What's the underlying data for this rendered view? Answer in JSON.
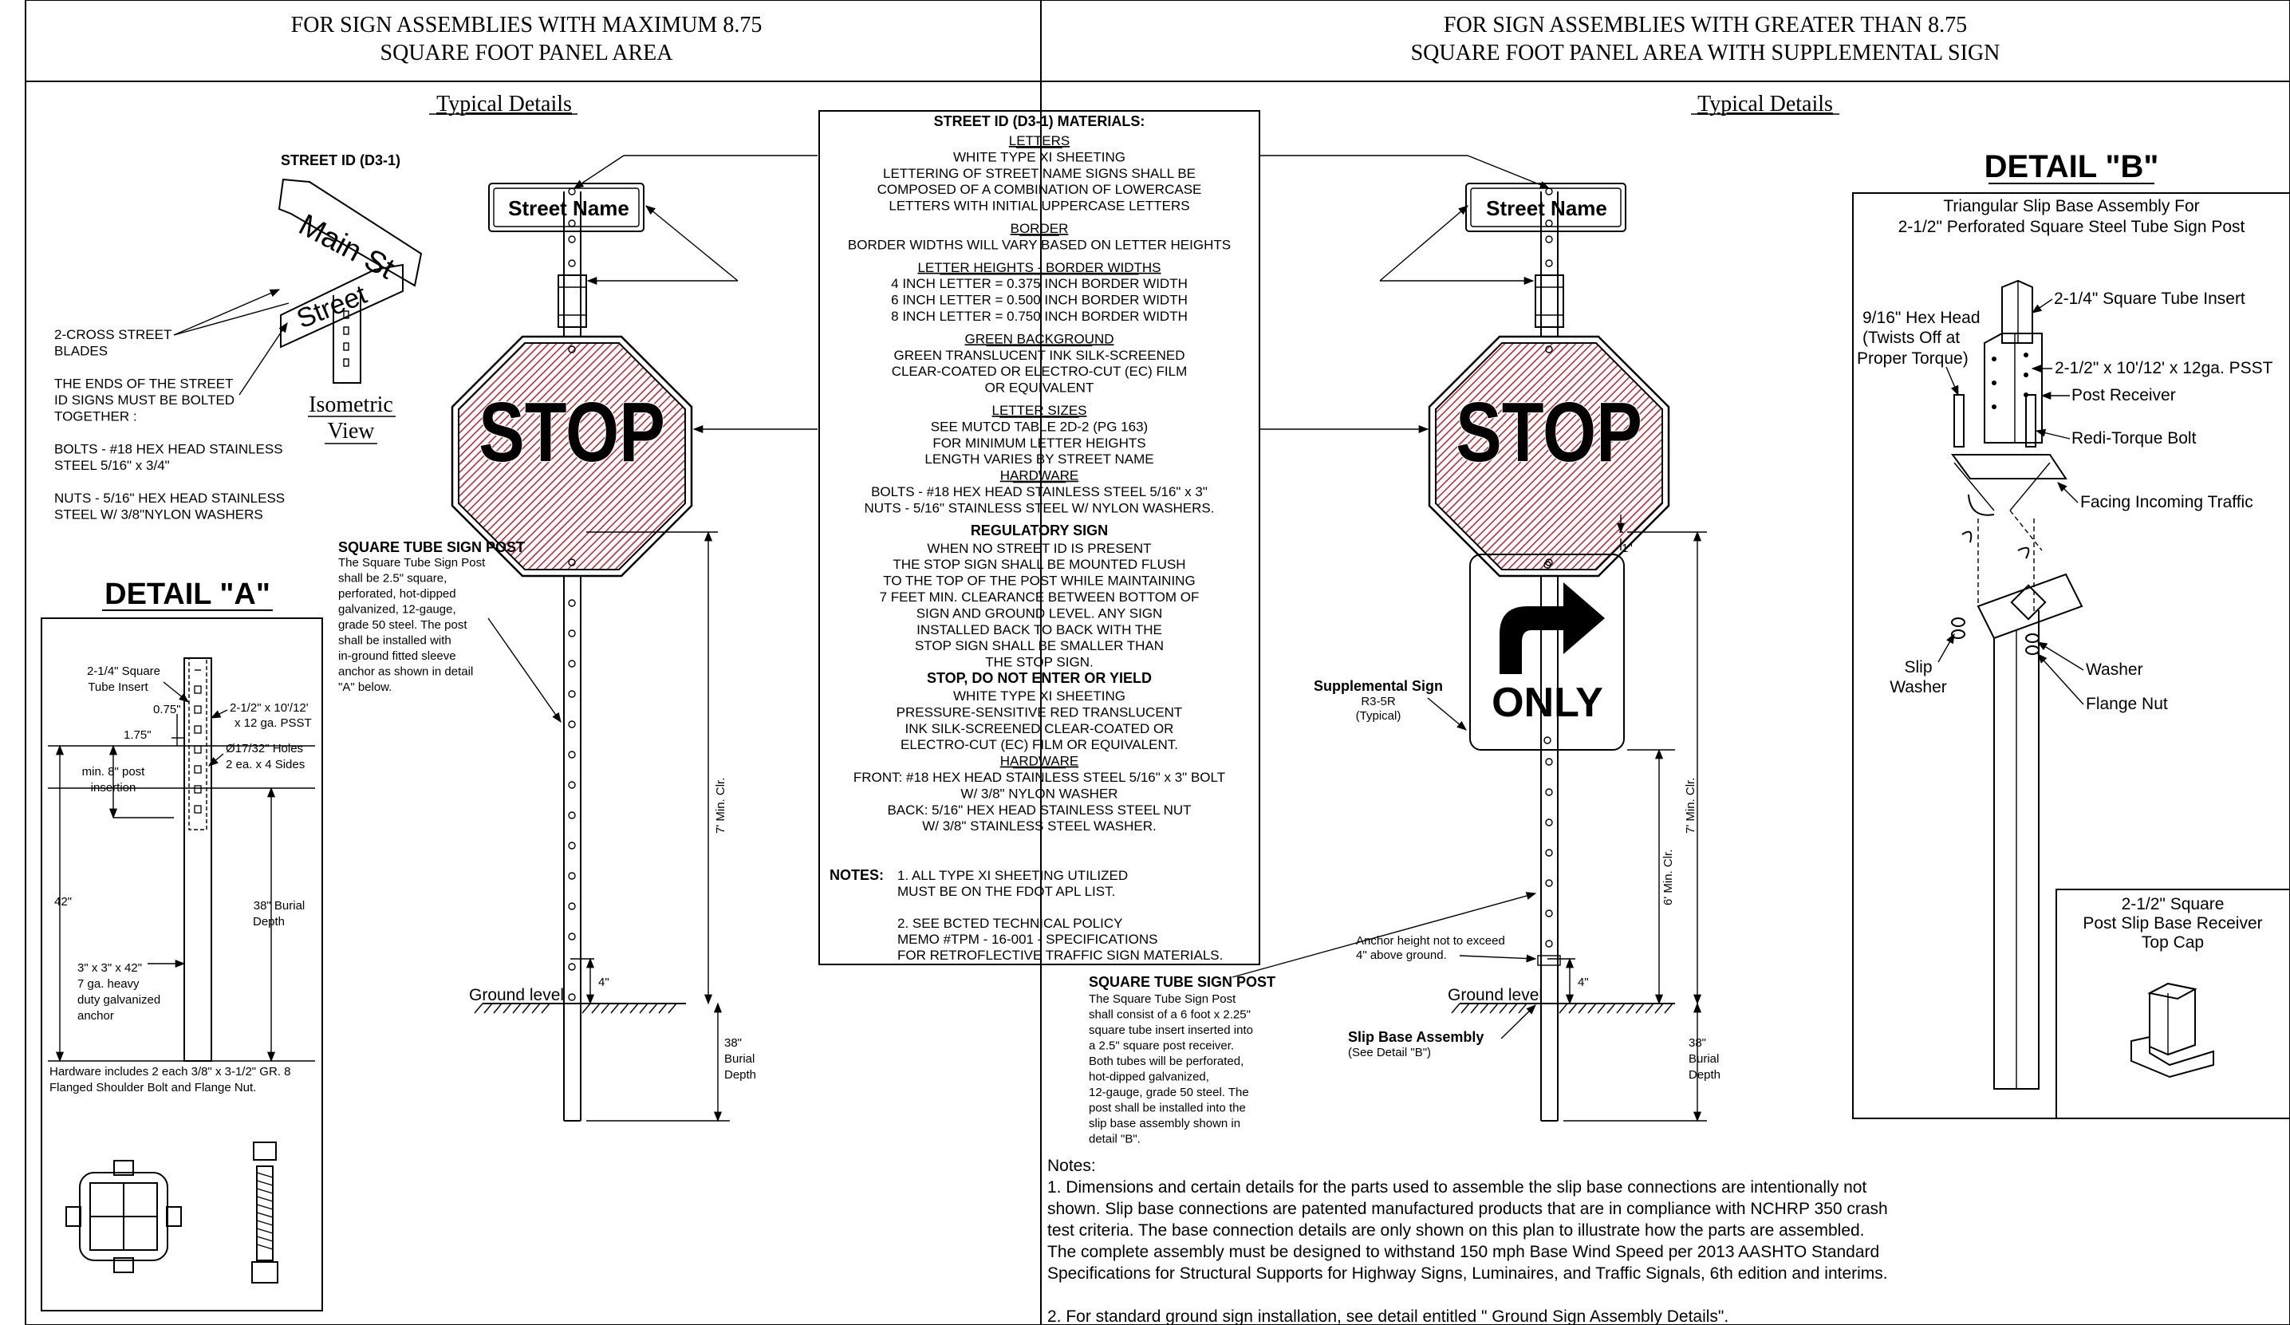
{
  "header": {
    "left_line1": "FOR SIGN ASSEMBLIES WITH MAXIMUM 8.75",
    "left_line2": "SQUARE FOOT PANEL AREA",
    "right_line1": "FOR SIGN ASSEMBLIES WITH GREATER THAN 8.75",
    "right_line2": "SQUARE FOOT PANEL AREA WITH SUPPLEMENTAL SIGN"
  },
  "typical_details": "Typical Details",
  "street_id": {
    "title": "STREET ID (D3-1)",
    "blade1": "Main St",
    "blade2": "Street",
    "isometric": [
      "Isometric",
      "View"
    ],
    "notes": [
      "2-CROSS STREET",
      "BLADES",
      "",
      "THE ENDS OF THE STREET",
      "ID SIGNS MUST BE BOLTED",
      "TOGETHER :",
      "",
      "BOLTS - #18 HEX HEAD STAINLESS",
      "STEEL 5/16\" x 3/4\"",
      "",
      "NUTS - 5/16\" HEX HEAD STAINLESS",
      "STEEL W/ 3/8\"NYLON WASHERS"
    ]
  },
  "detail_a": {
    "title": "DETAIL \"A\"",
    "labels": {
      "tube_insert": [
        "2-1/4\" Square",
        "Tube Insert"
      ],
      "dim_075": "0.75\"",
      "dim_175": "1.75\"",
      "pss": [
        "2-1/2\" x 10'/12'",
        "x 12 ga. PSST"
      ],
      "holes": [
        "Ø17/32\" Holes",
        "2 ea. x 4 Sides"
      ],
      "insertion": [
        "min. 8\" post",
        "insertion"
      ],
      "dim_42": "42\"",
      "burial": [
        "38\" Burial",
        "Depth"
      ],
      "anchor": [
        "3\" x 3\" x 42\"",
        "7 ga. heavy",
        "duty galvanized",
        "anchor"
      ],
      "hardware": [
        "Hardware includes 2 each 3/8\" x 3-1/2\" GR. 8",
        "Flanged Shoulder Bolt and Flange Nut."
      ]
    }
  },
  "left_assembly": {
    "street_name": "Street Name",
    "stop": "STOP",
    "post_title": "SQUARE TUBE SIGN POST",
    "post_text": [
      "The Square Tube Sign Post",
      "shall be 2.5\" square,",
      "perforated, hot-dipped",
      "galvanized, 12-gauge,",
      "grade 50  steel. The post",
      "shall be installed with",
      "in-ground fitted sleeve",
      "anchor as shown in detail",
      "\"A\" below."
    ],
    "min_clr": "7' Min. Clr.",
    "dim_4": "4\"",
    "ground_level": "Ground level",
    "burial": [
      "38\"",
      "Burial",
      "Depth"
    ]
  },
  "materials": {
    "title": "STREET ID (D3-1) MATERIALS:",
    "lines": [
      {
        "t": "LETTERS",
        "u": true
      },
      {
        "t": "WHITE TYPE XI SHEETING"
      },
      {
        "t": "LETTERING OF STREET NAME SIGNS SHALL BE"
      },
      {
        "t": "COMPOSED OF A COMBINATION OF LOWERCASE"
      },
      {
        "t": "LETTERS WITH INITIAL UPPERCASE LETTERS"
      },
      {
        "t": "BORDER",
        "u": true,
        "gap": true
      },
      {
        "t": "BORDER WIDTHS WILL VARY BASED ON LETTER HEIGHTS"
      },
      {
        "t": "LETTER HEIGHTS - BORDER WIDTHS",
        "u": true,
        "gap": true
      },
      {
        "t": "4 INCH LETTER = 0.375 INCH BORDER WIDTH"
      },
      {
        "t": "6 INCH LETTER = 0.500 INCH BORDER WIDTH"
      },
      {
        "t": "8 INCH LETTER = 0.750 INCH BORDER WIDTH"
      },
      {
        "t": "GREEN BACKGROUND",
        "u": true,
        "gap": true
      },
      {
        "t": "GREEN TRANSLUCENT INK SILK-SCREENED"
      },
      {
        "t": "CLEAR-COATED OR ELECTRO-CUT (EC) FILM"
      },
      {
        "t": "OR EQUIVALENT"
      },
      {
        "t": "LETTER SIZES",
        "u": true,
        "gap": true
      },
      {
        "t": "SEE MUTCD TABLE 2D-2 (PG 163)"
      },
      {
        "t": "FOR MINIMUM LETTER HEIGHTS"
      },
      {
        "t": "LENGTH VARIES BY STREET NAME"
      },
      {
        "t": "HARDWARE",
        "u": true
      },
      {
        "t": "BOLTS - #18 HEX HEAD STAINLESS STEEL 5/16\" x 3\""
      },
      {
        "t": "NUTS - 5/16\" STAINLESS STEEL W/ NYLON WASHERS."
      },
      {
        "t": "REGULATORY SIGN",
        "b": true,
        "gap": true
      },
      {
        "t": "WHEN NO STREET ID IS PRESENT"
      },
      {
        "t": "THE STOP SIGN SHALL BE MOUNTED FLUSH"
      },
      {
        "t": "TO THE TOP OF THE POST WHILE MAINTAINING"
      },
      {
        "t": "7 FEET MIN. CLEARANCE BETWEEN BOTTOM OF"
      },
      {
        "t": "SIGN AND GROUND LEVEL. ANY SIGN"
      },
      {
        "t": "INSTALLED BACK TO BACK WITH THE"
      },
      {
        "t": "STOP SIGN SHALL BE SMALLER THAN"
      },
      {
        "t": "THE STOP SIGN."
      },
      {
        "t": "STOP, DO NOT ENTER OR YIELD",
        "b": true
      },
      {
        "t": "WHITE TYPE XI SHEETING"
      },
      {
        "t": "PRESSURE-SENSITIVE RED TRANSLUCENT"
      },
      {
        "t": "INK SILK-SCREENED CLEAR-COATED OR"
      },
      {
        "t": "ELECTRO-CUT (EC) FILM OR EQUIVALENT."
      },
      {
        "t": "HARDWARE",
        "u": true
      },
      {
        "t": "FRONT: #18 HEX HEAD STAINLESS STEEL 5/16\" x 3\" BOLT"
      },
      {
        "t": "W/ 3/8\" NYLON WASHER"
      },
      {
        "t": "BACK: 5/16\" HEX HEAD STAINLESS STEEL NUT"
      },
      {
        "t": "W/ 3/8\" STAINLESS STEEL WASHER."
      }
    ],
    "notes_label": "NOTES:",
    "note1": [
      "1.    ALL TYPE XI SHEETING UTILIZED",
      "       MUST BE ON THE FDOT APL LIST."
    ],
    "note2": [
      "2.    SEE BCTED TECHNICAL POLICY",
      "       MEMO #TPM - 16-001 - SPECIFICATIONS",
      "       FOR RETROFLECTIVE TRAFFIC SIGN MATERIALS."
    ]
  },
  "right_assembly": {
    "street_name": "Street Name",
    "stop": "STOP",
    "only": "ONLY",
    "supplemental": [
      "Supplemental Sign",
      "R3-5R",
      "(Typical)"
    ],
    "dim_1": "1\"",
    "min_clr7": "7' Min. Clr.",
    "min_clr6": "6' Min. Clr.",
    "anchor_height": [
      "Anchor height not to exceed",
      "4\" above ground."
    ],
    "dim_4": "4\"",
    "ground_level": "Ground level",
    "slip_base": [
      "Slip Base Assembly",
      "(See Detail \"B\")"
    ],
    "burial": [
      "38\"",
      "Burial",
      "Depth"
    ],
    "post_title": "SQUARE TUBE SIGN POST",
    "post_text": [
      "The Square Tube Sign Post",
      "shall consist of a 6 foot x 2.25\"",
      "square tube insert inserted into",
      "a 2.5\" square post receiver.",
      "Both tubes will be perforated,",
      "hot-dipped galvanized,",
      "12-gauge, grade 50 steel. The",
      "post shall be installed into the",
      "slip base assembly shown in",
      "detail \"B\"."
    ]
  },
  "detail_b": {
    "title": "DETAIL \"B\"",
    "subtitle": [
      "Triangular Slip Base Assembly For",
      "2-1/2\" Perforated Square Steel Tube Sign Post"
    ],
    "labels": {
      "insert": "2-1/4\" Square Tube Insert",
      "hex_head": [
        "9/16\" Hex Head",
        "(Twists Off at",
        "Proper Torque)"
      ],
      "pss": "2-1/2\" x 10'/12' x 12ga. PSST",
      "receiver": "Post Receiver",
      "bolt": "Redi-Torque Bolt",
      "facing": "Facing Incoming Traffic",
      "slip_washer": [
        "Slip",
        "Washer"
      ],
      "washer": "Washer",
      "flange_nut": "Flange Nut",
      "top_cap": [
        "2-1/2\" Square",
        "Post Slip Base Receiver",
        "Top Cap"
      ]
    }
  },
  "notes": {
    "title": "Notes:",
    "n1": [
      "1. Dimensions and certain details for the parts used to assemble the slip base connections are intentionally not",
      "shown. Slip base connections are patented manufactured products that are in compliance with NCHRP 350 crash",
      "test criteria. The base connection details are only shown on this plan to illustrate how the parts are assembled.",
      "The complete assembly must be designed to withstand 150 mph Base Wind Speed per 2013 AASHTO Standard",
      "Specifications for Structural Supports for Highway Signs, Luminaires, and Traffic Signals, 6th edition and interims."
    ],
    "n2": "2. For standard ground sign installation, see detail entitled \" Ground Sign Assembly Details\"."
  }
}
